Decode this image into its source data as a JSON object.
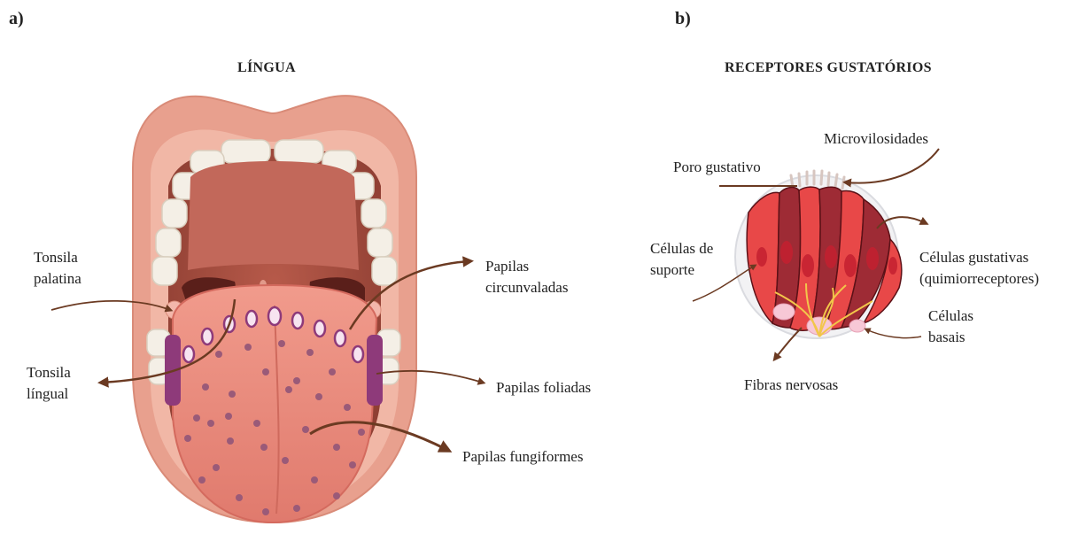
{
  "panel_a": {
    "letter": "a)",
    "title": "LÍNGUA",
    "labels": {
      "tonsila_palatina_1": "Tonsila",
      "tonsila_palatina_2": "palatina",
      "tonsila_lingual_1": "Tonsila",
      "tonsila_lingual_2": "língual",
      "papilas_circunvaladas_1": "Papilas",
      "papilas_circunvaladas_2": "circunvaladas",
      "papilas_foliadas": "Papilas foliadas",
      "papilas_fungiformes": "Papilas fungiformes"
    }
  },
  "panel_b": {
    "letter": "b)",
    "title": "RECEPTORES GUSTATÓRIOS",
    "labels": {
      "microvilosidades": "Microvilosidades",
      "poro_gustativo": "Poro gustativo",
      "celulas_suporte_1": "Células de",
      "celulas_suporte_2": "suporte",
      "celulas_gustativas_1": "Células gustativas",
      "celulas_gustativas_2": "(quimiorreceptores)",
      "celulas_basais_1": "Células",
      "celulas_basais_2": "basais",
      "fibras_nervosas": "Fibras nervosas"
    }
  },
  "colors": {
    "arrow": "#6b3a22",
    "lip": "#e8a08e",
    "tongue": "#e8877a",
    "papilla_dot": "#9a5a78",
    "foliate": "#8e3a7a",
    "receptor_cell_dark": "#9e2b35",
    "receptor_cell_light": "#e84848"
  }
}
